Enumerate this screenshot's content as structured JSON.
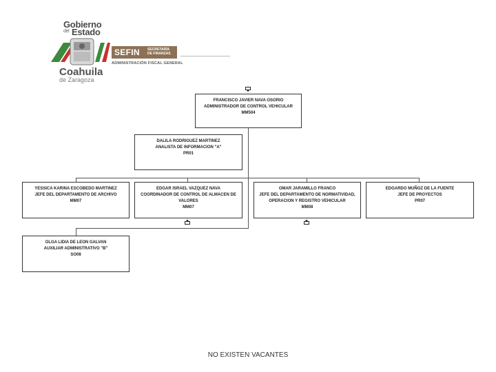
{
  "header": {
    "gov_line1": "Gobierno",
    "gov_line2": "del",
    "gov_line3": "Estado",
    "state_name": "Coahuila",
    "state_suffix": "de Zaragoza",
    "agency_abbr": "SEFIN",
    "agency_full": "SECRETARÍA DE FINANZAS",
    "department": "ADMINISTRACIÓN FISCAL GENERAL",
    "colors": {
      "green": "#3c8a3e",
      "red": "#c8312d",
      "brown": "#8c7156"
    }
  },
  "org_chart": {
    "director": {
      "name": "FRANCISCO JAVIER NAVA OSORIO",
      "title": "ADMINISTRADOR DE CONTROL VEHICULAR",
      "code": "MM504"
    },
    "analyst": {
      "name": "DALILA RODRIGUEZ MARTINEZ",
      "title": "ANALISTA DE INFORMACION \"A\"",
      "code": "PR01"
    },
    "departments": [
      {
        "name": "YESSICA KARINA ESCOBEDO MARTINEZ",
        "title": "JEFE DEL DEPARTAMENTO DE ARCHIVO",
        "code": "MM07"
      },
      {
        "name": "EDGAR ISRAEL VAZQUEZ NAVA",
        "title": "COORDINADOR DE CONTROL DE ALMACEN DE VALORES",
        "code": "MM07"
      },
      {
        "name": "OMAR JARAMILLO FRANCO",
        "title": "JEFE DEL DEPARTAMENTO DE NORMATIVIDAD, OPERACION Y REGISTRO VEHICULAR",
        "code": "MM08"
      },
      {
        "name": "EDGARDO MUÑOZ DE LA FUENTE",
        "title": "JEFE DE PROYECTOS",
        "code": "PR07"
      }
    ],
    "assistant": {
      "name": "OLGA LIDIA DE LEON GALVAN",
      "title": "AUXILIAR ADMINISTRATIVO \"B\"",
      "code": "SO08"
    }
  },
  "footer": {
    "note": "NO EXISTEN VACANTES"
  }
}
